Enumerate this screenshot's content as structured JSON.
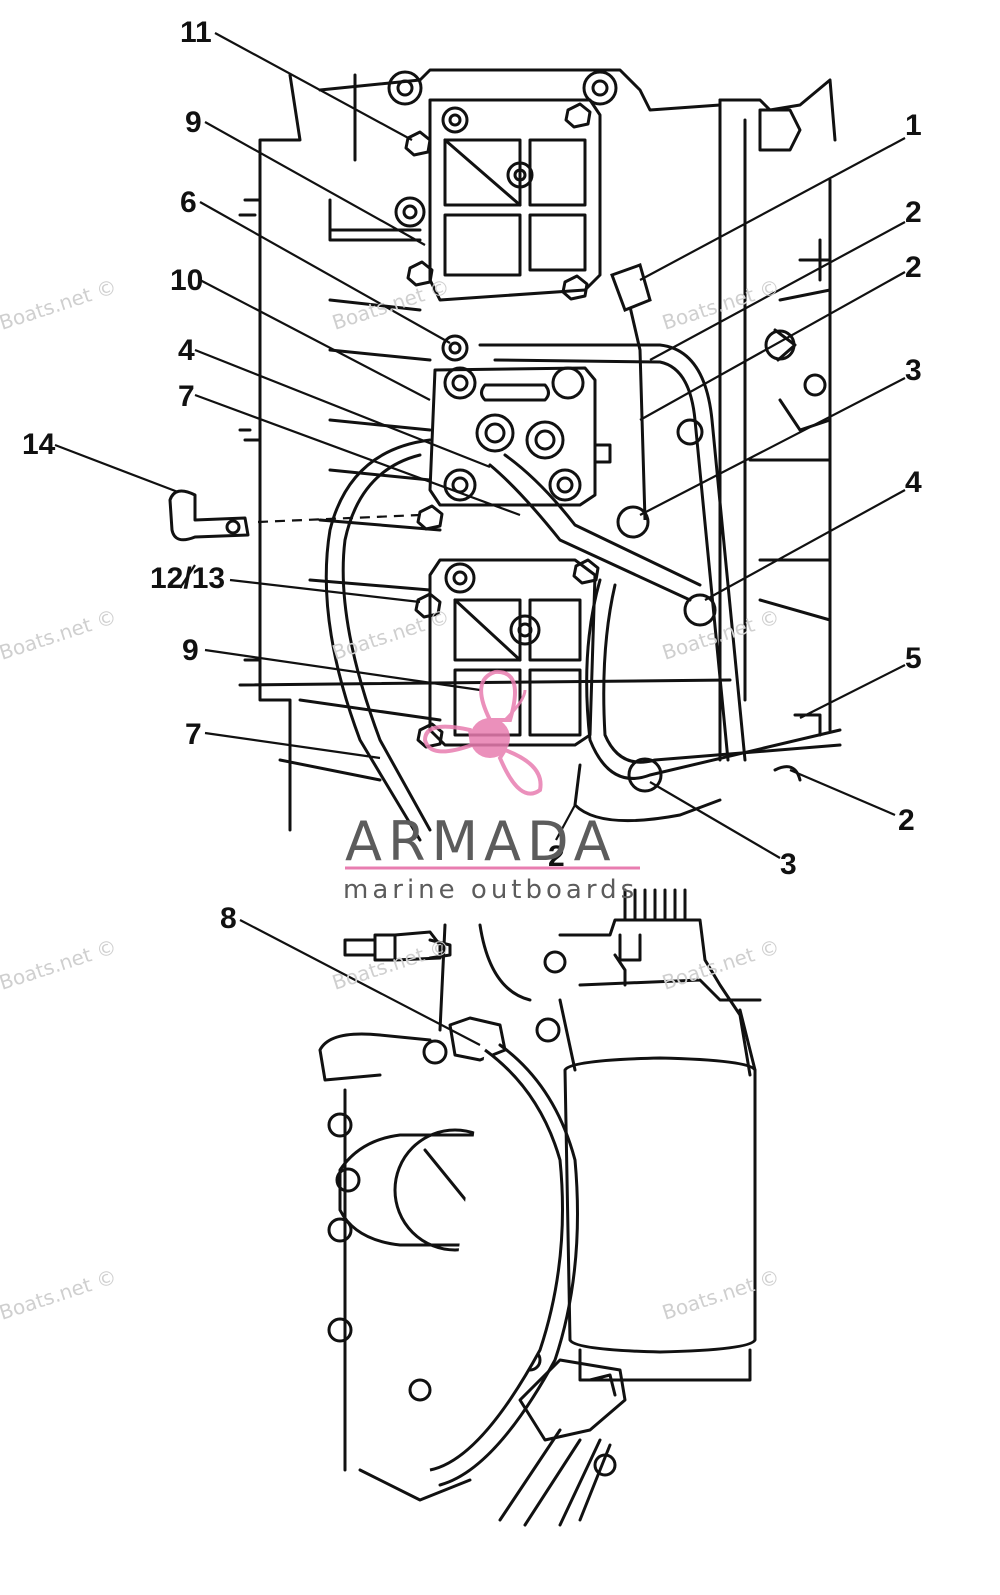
{
  "callouts": [
    {
      "text": "11"
    },
    {
      "text": "9"
    },
    {
      "text": "6"
    },
    {
      "text": "10"
    },
    {
      "text": "4"
    },
    {
      "text": "7"
    },
    {
      "text": "14"
    },
    {
      "text": "12/13"
    },
    {
      "text": "9"
    },
    {
      "text": "7"
    },
    {
      "text": "1"
    },
    {
      "text": "2"
    },
    {
      "text": "2"
    },
    {
      "text": "3"
    },
    {
      "text": "4"
    },
    {
      "text": "5"
    },
    {
      "text": "2"
    },
    {
      "text": "3"
    },
    {
      "text": "2"
    },
    {
      "text": "8"
    }
  ],
  "watermarks": [
    "Boats.net ©",
    "Boats.net ©",
    "Boats.net ©",
    "Boats.net ©",
    "Boats.net ©",
    "Boats.net ©",
    "Boats.net ©",
    "Boats.net ©",
    "Boats.net ©",
    "Boats.net ©",
    "Boats.net ©"
  ],
  "brand": {
    "name": "ARMADA",
    "tagline": "marine outboards",
    "accent_color": "#e87db0",
    "text_color": "#5c5c5c"
  },
  "colors": {
    "ink": "#111111",
    "watermark": "#cfcfcf",
    "background": "#ffffff"
  }
}
